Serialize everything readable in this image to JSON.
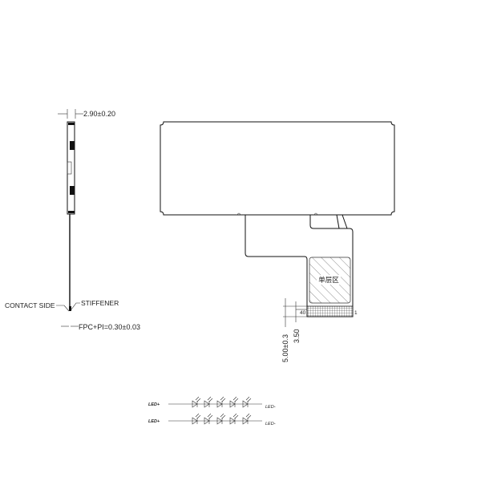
{
  "side_view": {
    "thickness_label": "2.90±0.20",
    "contact_side_label": "CONTACT  SIDE",
    "stiffener_label": "STIFFENER",
    "fpc_label": "FPC+PI=0.30±0.03"
  },
  "front_view": {
    "single_layer_label": "单层区",
    "pin_first_label": "40",
    "pin_last_label": "1",
    "dim_total_label": "5.00±0.3",
    "dim_contact_label": "3.50"
  },
  "led_circuit": {
    "rows": [
      {
        "plus_label": "LED+",
        "minus_label": "LED-"
      },
      {
        "plus_label": "LED+",
        "minus_label": "LED-"
      }
    ]
  }
}
